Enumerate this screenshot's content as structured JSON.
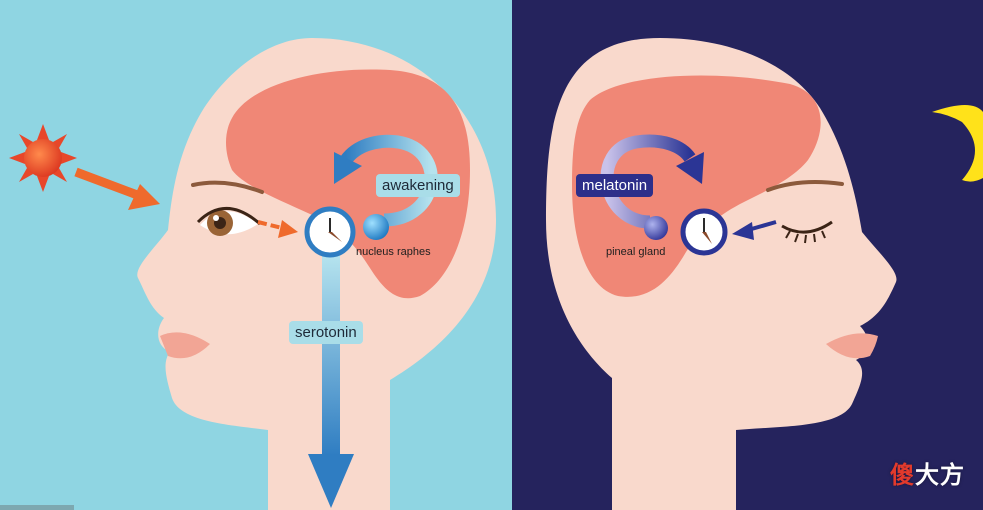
{
  "labels": {
    "awakening": "awakening",
    "nucleus_raphes": "nucleus raphes",
    "serotonin": "serotonin",
    "melatonin": "melatonin",
    "pineal_gland": "pineal gland"
  },
  "watermark": {
    "first_char": "傻",
    "rest": "大方"
  },
  "colors": {
    "day_sky": "#8fd5e2",
    "night_sky": "#25235d",
    "skin": "#f9d9cc",
    "brain": "#f08776",
    "sun": "#e8472a",
    "moon": "#ffe21a",
    "serotonin_arrow": "#2f7dc2",
    "melatonin_arrow": "#2b3595",
    "light_arrow": "#ef6a2c",
    "lips": "#f2a595"
  },
  "icons": [
    "sun-icon",
    "moon-icon",
    "clock-icon",
    "open-eye-icon",
    "closed-eye-icon"
  ]
}
